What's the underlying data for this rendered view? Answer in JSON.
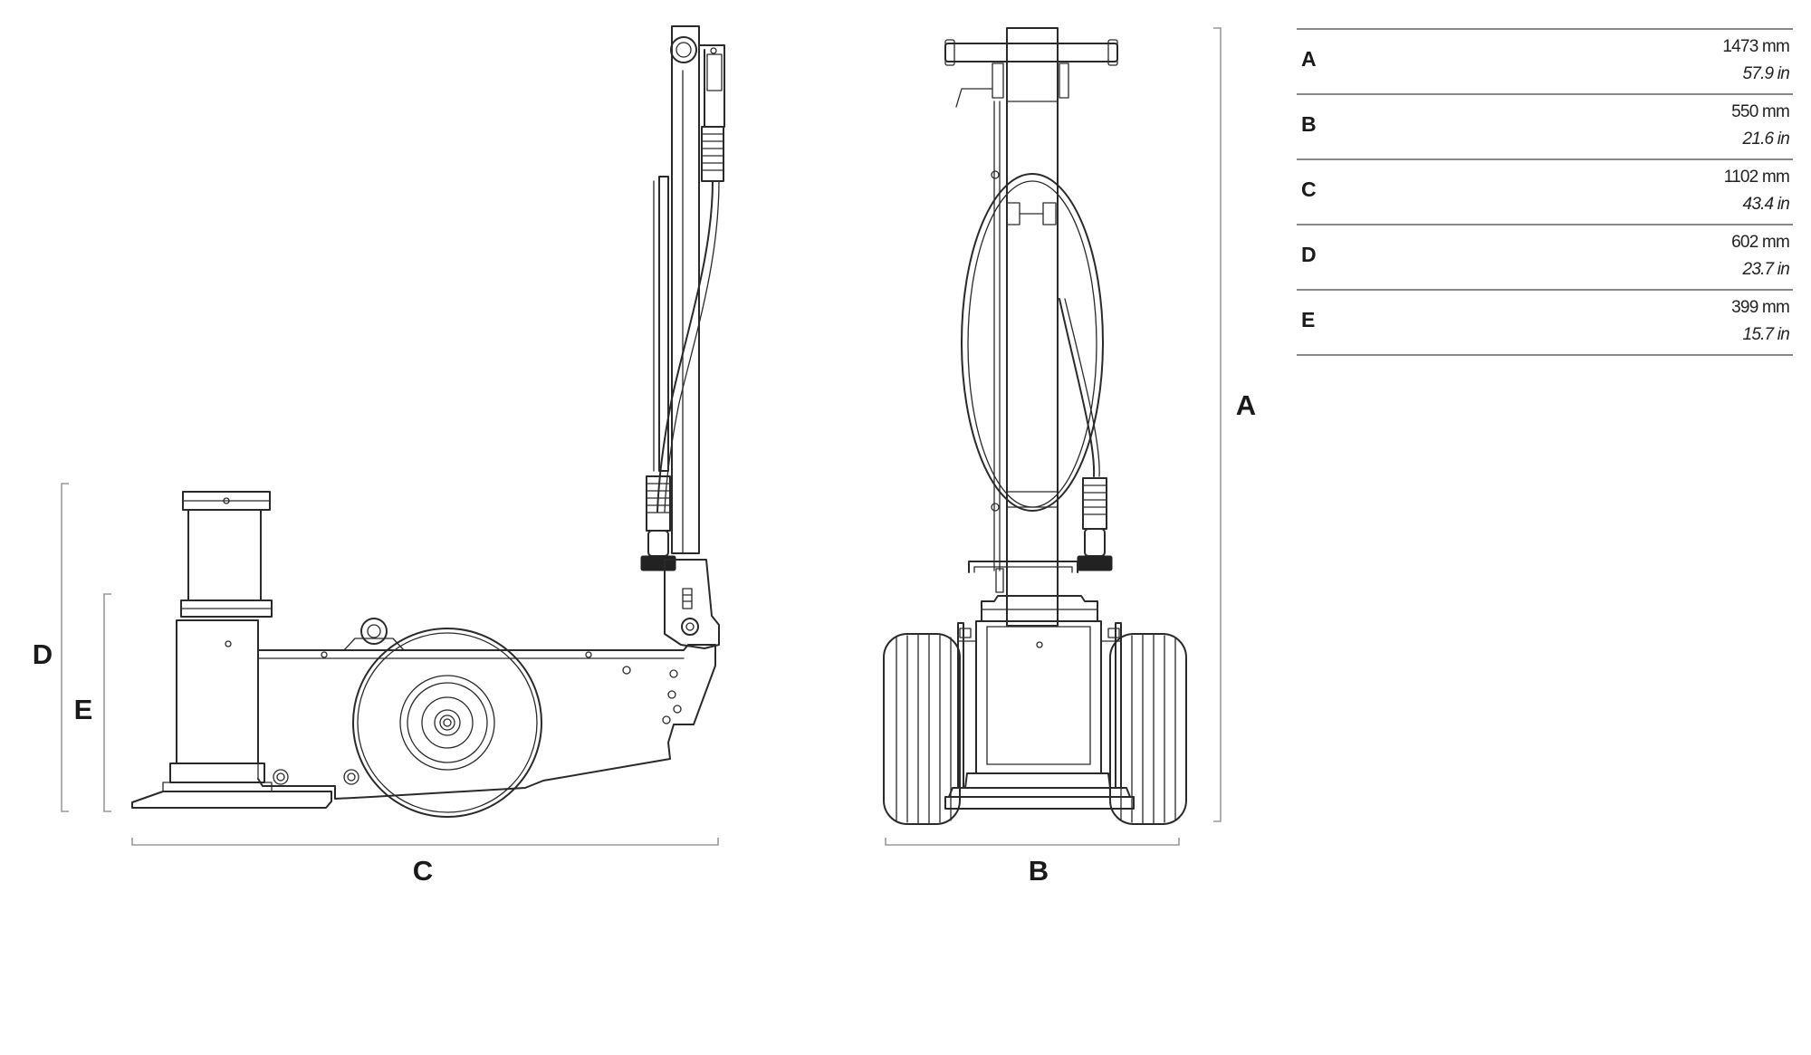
{
  "dimension_labels": {
    "A": "A",
    "B": "B",
    "C": "C",
    "D": "D",
    "E": "E"
  },
  "spec_table": {
    "rows": [
      {
        "label": "A",
        "mm": "1473 mm",
        "inches": "57.9 in"
      },
      {
        "label": "B",
        "mm": "550 mm",
        "inches": "21.6 in"
      },
      {
        "label": "C",
        "mm": "1102 mm",
        "inches": "43.4 in"
      },
      {
        "label": "D",
        "mm": "602 mm",
        "inches": "23.7 in"
      },
      {
        "label": "E",
        "mm": "399 mm",
        "inches": "15.7 in"
      }
    ]
  },
  "colors": {
    "line": "#2a2a2a",
    "dimension_line": "#9a9a9a",
    "table_rule": "#8a8a8a"
  }
}
